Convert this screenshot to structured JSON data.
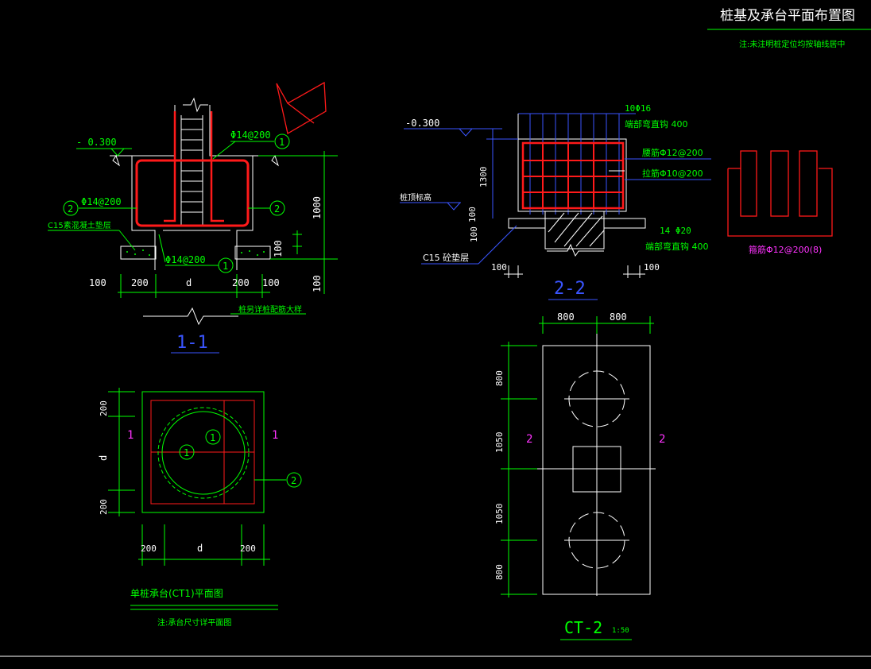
{
  "colors": {
    "background": "#000000",
    "white": "#ffffff",
    "green": "#00ff00",
    "red": "#ff1a1a",
    "blue": "#3a55ff",
    "magenta": "#ff33ff",
    "cyan": "#00e5e5"
  },
  "header": {
    "title": "桩基及承台平面布置图",
    "note": "注:未注明桩定位均按轴线居中"
  },
  "section_1_1": {
    "label": "1-1",
    "elev": "- 0.300",
    "rebar_top": "Φ14@200",
    "rebar_side": "Φ14@200",
    "rebar_bottom": "Φ14@200",
    "cushion": "C15素混凝土垫层",
    "pile_note": "桩另详桩配筋大样",
    "marker_1": "1",
    "marker_2": "2",
    "dim_100_left": "100",
    "dim_200_left": "200",
    "dim_d": "d",
    "dim_200_right": "200",
    "dim_100_right": "100",
    "dim_1000": "1000",
    "dim_100_v": "100",
    "dim_100_v2": "100"
  },
  "section_2_2": {
    "label": "2-2",
    "elev": "-0.300",
    "bars_top": "10Φ16",
    "bars_top_note": "端部弯直钩 400",
    "waist_bars": "腰筋Φ12@200",
    "tie_bars": "拉筋Φ10@200",
    "bars_bottom": "14 Φ20",
    "bars_bottom_note": "端部弯直钩 400",
    "pile_top": "桩顶标高",
    "cushion": "C15 砼垫层",
    "dim_1300": "1300",
    "dim_100a": "100",
    "dim_100b": "100",
    "dim_100_left": "100",
    "dim_100_right": "100"
  },
  "detail": {
    "caption": "箍筋Φ12@200(8)"
  },
  "plan_ct1": {
    "title": "单桩承台(CT1)平面图",
    "note": "注:承台尺寸详平面图",
    "cut_left": "1",
    "cut_right": "1",
    "marker_1": "1",
    "marker_1b": "1",
    "marker_2": "2",
    "dim_200_top": "200",
    "dim_d_v": "d",
    "dim_200_bot": "200",
    "dim_200_left": "200",
    "dim_d_h": "d",
    "dim_200_right": "200"
  },
  "plan_ct2": {
    "title": "CT-2",
    "scale": "1:50",
    "cut_left": "2",
    "cut_right": "2",
    "dim_800_a": "800",
    "dim_800_b": "800",
    "dim_800_top": "800",
    "dim_1050_a": "1050",
    "dim_1050_b": "1050",
    "dim_800_bot": "800"
  }
}
